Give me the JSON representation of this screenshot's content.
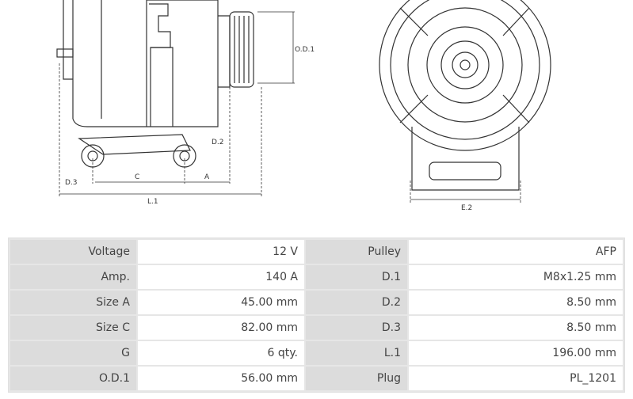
{
  "drawing": {
    "labels": {
      "od1": "O.D.1",
      "d2": "D.2",
      "d3": "D.3",
      "c": "C",
      "a": "A",
      "l1": "L.1",
      "e2": "E.2"
    }
  },
  "specs": [
    {
      "k1": "Voltage",
      "v1": "12 V",
      "k2": "Pulley",
      "v2": "AFP"
    },
    {
      "k1": "Amp.",
      "v1": "140 A",
      "k2": "D.1",
      "v2": "M8x1.25 mm"
    },
    {
      "k1": "Size A",
      "v1": "45.00 mm",
      "k2": "D.2",
      "v2": "8.50 mm"
    },
    {
      "k1": "Size C",
      "v1": "82.00 mm",
      "k2": "D.3",
      "v2": "8.50 mm"
    },
    {
      "k1": "G",
      "v1": "6 qty.",
      "k2": "L.1",
      "v2": "196.00 mm"
    },
    {
      "k1": "O.D.1",
      "v1": "56.00 mm",
      "k2": "Plug",
      "v2": "PL_1201"
    }
  ]
}
